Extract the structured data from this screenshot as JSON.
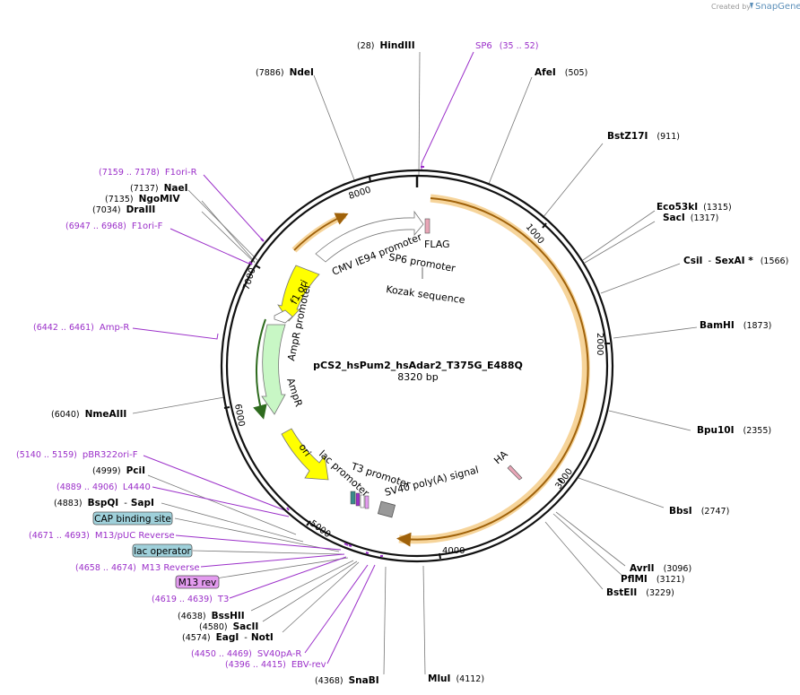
{
  "credit": {
    "prefix": "Created by",
    "brand": "SnapGene"
  },
  "plasmid": {
    "name": "pCS2_hsPum2_hsAdar2_T375G_E488Q",
    "size_label": "8320 bp",
    "length": 8320
  },
  "ticks": [
    "1000",
    "2000",
    "3000",
    "4000",
    "5000",
    "6000",
    "7000",
    "8000"
  ],
  "sites": [
    {
      "name": "HindIII",
      "pos": "(28)"
    },
    {
      "name": "AfeI",
      "pos": "(505)"
    },
    {
      "name": "BstZ17I",
      "pos": "(911)"
    },
    {
      "name": "Eco53kI",
      "pos": "(1315)"
    },
    {
      "name": "SacI",
      "pos": "(1317)"
    },
    {
      "name": "CsiI",
      "name2": "SexAI *",
      "pos": "(1566)"
    },
    {
      "name": "BamHI",
      "pos": "(1873)"
    },
    {
      "name": "Bpu10I",
      "pos": "(2355)"
    },
    {
      "name": "BbsI",
      "pos": "(2747)"
    },
    {
      "name": "AvrII",
      "pos": "(3096)"
    },
    {
      "name": "PflMI",
      "pos": "(3121)"
    },
    {
      "name": "BstEII",
      "pos": "(3229)"
    },
    {
      "name": "MluI",
      "pos": "(4112)"
    },
    {
      "name": "SnaBI",
      "pos": "(4368)"
    },
    {
      "name": "EagI",
      "name2": "NotI",
      "pos": "(4574)"
    },
    {
      "name": "SacII",
      "pos": "(4580)"
    },
    {
      "name": "BssHII",
      "pos": "(4638)"
    },
    {
      "name": "BspQI",
      "name2": "SapI",
      "pos": "(4883)"
    },
    {
      "name": "PciI",
      "pos": "(4999)"
    },
    {
      "name": "NmeAIII",
      "pos": "(6040)"
    },
    {
      "name": "DraIII",
      "pos": "(7034)"
    },
    {
      "name": "NgoMIV",
      "pos": "(7135)"
    },
    {
      "name": "NaeI",
      "pos": "(7137)"
    },
    {
      "name": "NdeI",
      "pos": "(7886)"
    }
  ],
  "primers": [
    {
      "name": "SP6",
      "pos": "(35 .. 52)"
    },
    {
      "name": "F1ori-R",
      "pos": "(7159 .. 7178)"
    },
    {
      "name": "F1ori-F",
      "pos": "(6947 .. 6968)"
    },
    {
      "name": "Amp-R",
      "pos": "(6442 .. 6461)"
    },
    {
      "name": "pBR322ori-F",
      "pos": "(5140 .. 5159)"
    },
    {
      "name": "L4440",
      "pos": "(4889 .. 4906)"
    },
    {
      "name": "M13/pUC Reverse",
      "pos": "(4671 .. 4693)"
    },
    {
      "name": "M13 Reverse",
      "pos": "(4658 .. 4674)"
    },
    {
      "name": "T3",
      "pos": "(4619 .. 4639)"
    },
    {
      "name": "SV40pA-R",
      "pos": "(4450 .. 4469)"
    },
    {
      "name": "EBV-rev",
      "pos": "(4396 .. 4415)"
    }
  ],
  "boxed_features": [
    {
      "name": "CAP binding site",
      "color": "#9fd0da"
    },
    {
      "name": "lac operator",
      "color": "#9fd0da"
    },
    {
      "name": "M13 rev",
      "color": "#e39bef"
    }
  ],
  "features": {
    "flag": "FLAG",
    "sp6_promoter": "SP6 promoter",
    "kozak": "Kozak sequence",
    "cmv": "CMV IE94 promoter",
    "f1ori": "f1 ori",
    "ampr_promoter": "AmpR promoter",
    "ampr": "AmpR",
    "ori": "ori",
    "lac_promoter": "lac promoter",
    "t3_promoter": "T3 promoter",
    "sv40": "SV40 poly(A) signal",
    "ha": "HA"
  },
  "colors": {
    "primer": "#9b2fc9",
    "orf": "#f3b94a",
    "f1ori": "#ffff00",
    "ori": "#ffff00",
    "ampr": "#c8f7c5",
    "cmv": "#ffffff",
    "backbone": "#111111"
  }
}
